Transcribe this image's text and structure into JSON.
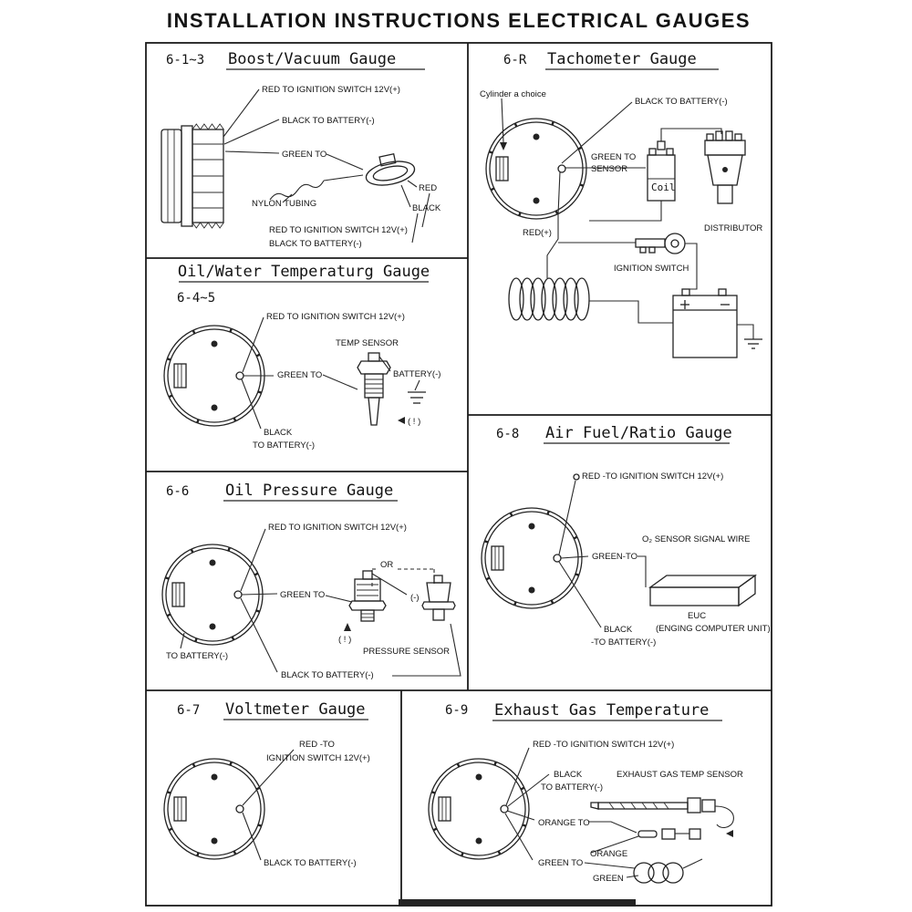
{
  "title": "INSTALLATION INSTRUCTIONS ELECTRICAL GAUGES",
  "colors": {
    "line": "#232323",
    "background": "#ffffff"
  },
  "panels": {
    "boost": {
      "number": "6-1~3",
      "title": "Boost/Vacuum Gauge",
      "red_top": "RED  TO IGNITION SWITCH 12V(+)",
      "black_top": "BLACK  TO BATTERY(-)",
      "green": "GREEN TO",
      "nylon": "NYLON TUBING",
      "red_small": "RED",
      "black_small": "BLACK",
      "red_bottom": "RED  TO IGNITION SWITCH 12V(+)",
      "black_bottom": "BLACK  TO BATTERY(-)"
    },
    "tachometer": {
      "number": "6-R",
      "title": "Tachometer Gauge",
      "cylinder": "Cylinder a choice",
      "black": "BLACK TO BATTERY(-)",
      "green1": "GREEN TO",
      "green2": "SENSOR",
      "coil": "Coil",
      "distributor": "DISTRIBUTOR",
      "red": "RED(+)",
      "ignition": "IGNITION SWITCH"
    },
    "oil_water": {
      "number": "6-4~5",
      "title": "Oil/Water Temperaturg Gauge",
      "red": "RED TO IGNITION SWITCH 12V(+)",
      "temp_sensor": "TEMP SENSOR",
      "green": "GREEN TO",
      "battery": "BATTERY(-)",
      "warn": "( ! )",
      "black1": "BLACK",
      "black2": "TO BATTERY(-)"
    },
    "air_fuel": {
      "number": "6-8",
      "title": "Air Fuel/Ratio Gauge",
      "red": "RED -TO IGNITION SWITCH 12V(+)",
      "green": "GREEN-TO",
      "o2": "O₂  SENSOR SIGNAL WIRE",
      "euc": "EUC",
      "euc2": "(ENGING COMPUTER UNIT)",
      "black1": "BLACK",
      "black2": "-TO BATTERY(-)"
    },
    "oil_pressure": {
      "number": "6-6",
      "title": "Oil Pressure Gauge",
      "red": "RED TO IGNITION SWITCH 12V(+)",
      "green": "GREEN TO",
      "or": "OR",
      "minus": "(-)",
      "warn": "( ! )",
      "pressure_sensor": "PRESSURE SENSOR",
      "to_battery": "TO BATTERY(-)",
      "black": "BLACK TO BATTERY(-)"
    },
    "voltmeter": {
      "number": "6-7",
      "title": "Voltmeter Gauge",
      "red1": "RED -TO",
      "red2": "IGNITION SWITCH 12V(+)",
      "black": "BLACK  TO BATTERY(-)"
    },
    "exhaust": {
      "number": "6-9",
      "title": "Exhaust Gas Temperature",
      "red": "RED -TO IGNITION SWITCH 12V(+)",
      "black1": "BLACK",
      "black2": "TO BATTERY(-)",
      "sensor": "EXHAUST GAS TEMP SENSOR",
      "orange_to": "ORANGE TO",
      "orange": "ORANGE",
      "green_to": "GREEN TO",
      "green": "GREEN"
    }
  }
}
